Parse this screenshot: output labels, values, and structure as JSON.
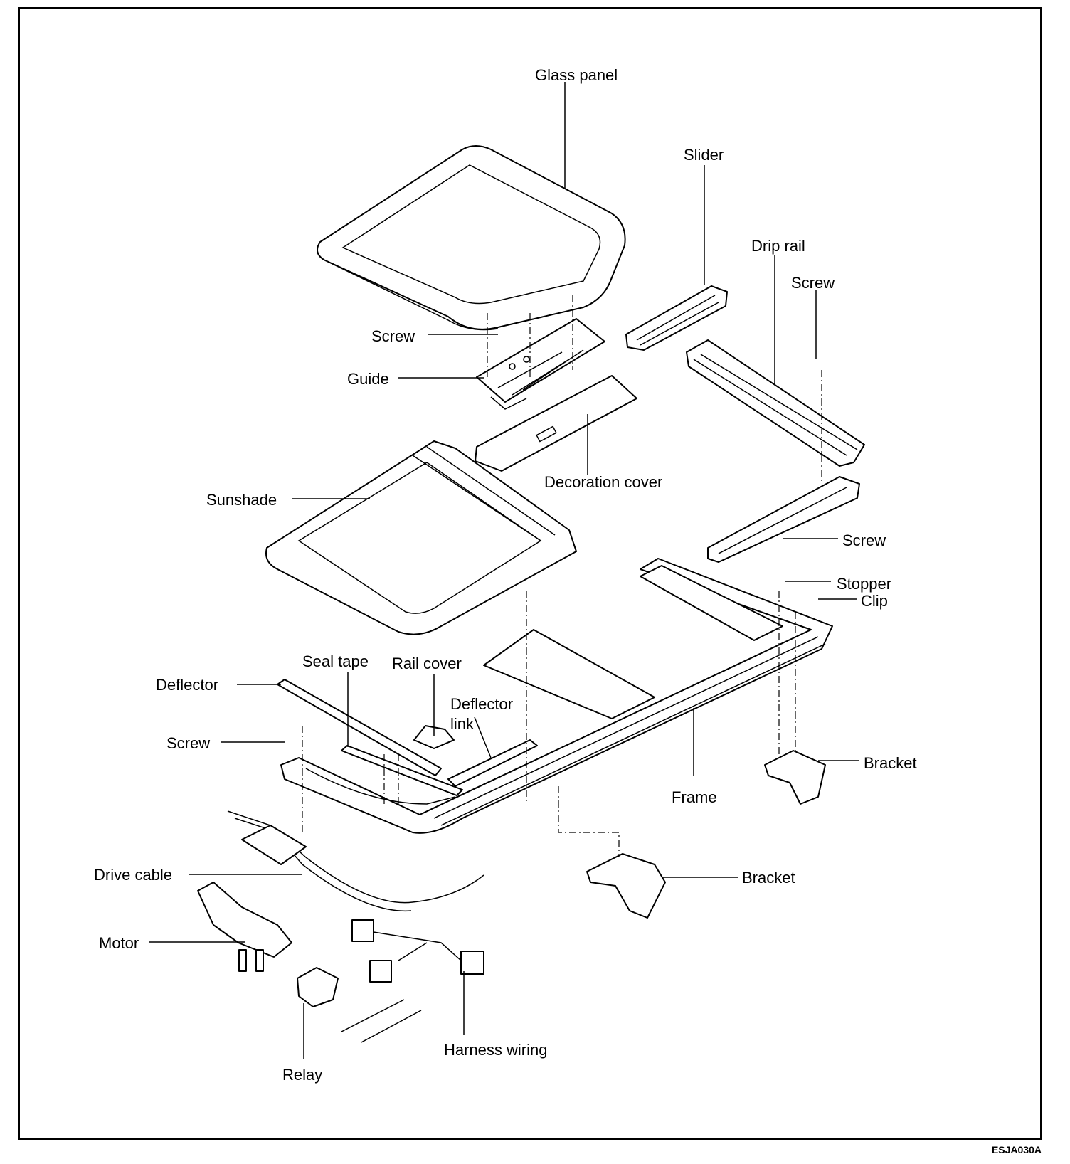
{
  "labels": {
    "glass_panel": "Glass panel",
    "slider": "Slider",
    "drip_rail": "Drip rail",
    "screw_right_top": "Screw",
    "screw_top": "Screw",
    "guide": "Guide",
    "decoration_cover": "Decoration cover",
    "sunshade": "Sunshade",
    "screw_right_mid": "Screw",
    "stopper": "Stopper",
    "clip": "Clip",
    "seal_tape": "Seal tape",
    "rail_cover": "Rail cover",
    "deflector": "Deflector",
    "deflector_link_1": "Deflector",
    "deflector_link_2": "link",
    "screw_left": "Screw",
    "bracket_right": "Bracket",
    "frame": "Frame",
    "drive_cable": "Drive cable",
    "bracket_bottom": "Bracket",
    "motor": "Motor",
    "harness_wiring": "Harness wiring",
    "relay": "Relay"
  },
  "figure_code": "ESJA030A"
}
